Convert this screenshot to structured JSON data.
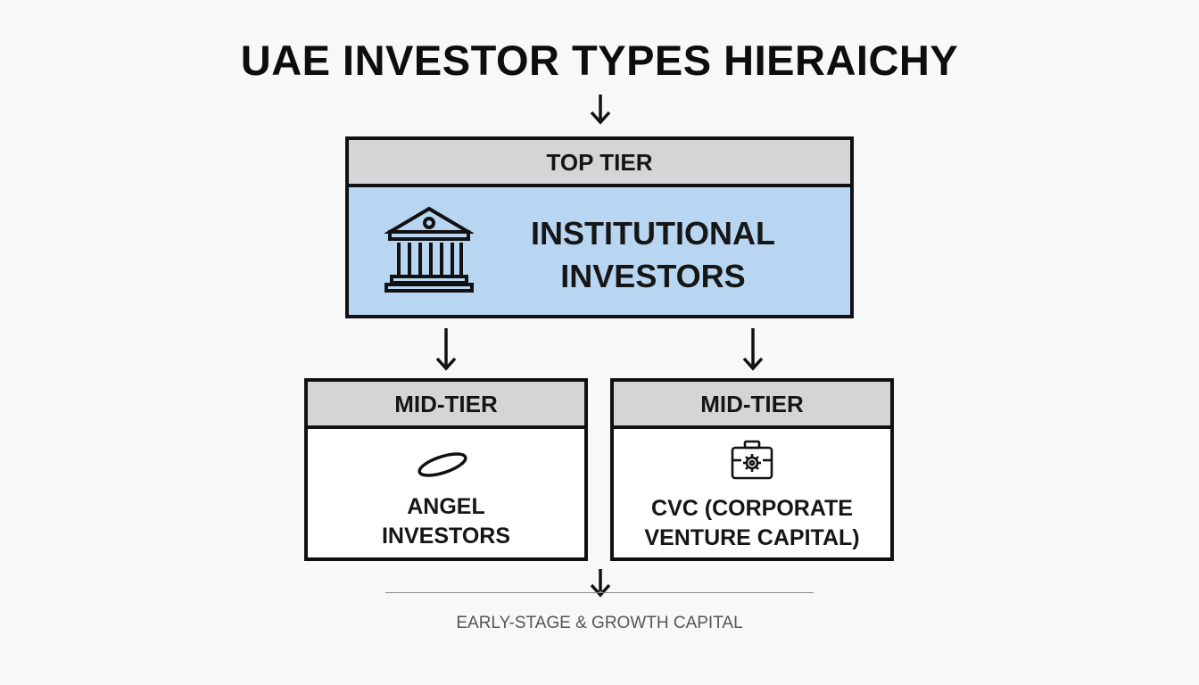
{
  "title": "UAE INVESTOR TYPES HIERAICHY",
  "top_tier": {
    "header": "TOP TIER",
    "label_line1": "INSTITUTIONAL",
    "label_line2": "INVESTORS",
    "icon": "bank-building-icon"
  },
  "mid_tiers": [
    {
      "header": "MID-TIER",
      "label_line1": "ANGEL",
      "label_line2": "INVESTORS",
      "icon": "halo-icon"
    },
    {
      "header": "MID-TIER",
      "label_line1": "CVC (CORPORATE",
      "label_line2": "VENTURE CAPITAL)",
      "icon": "briefcase-gear-icon"
    }
  ],
  "footer": "EARLY-STAGE & GROWTH CAPITAL",
  "colors": {
    "background": "#f7f8f9",
    "header_fill": "#d4d5d6",
    "top_body_fill": "#b8d6f1",
    "border": "#111111"
  }
}
